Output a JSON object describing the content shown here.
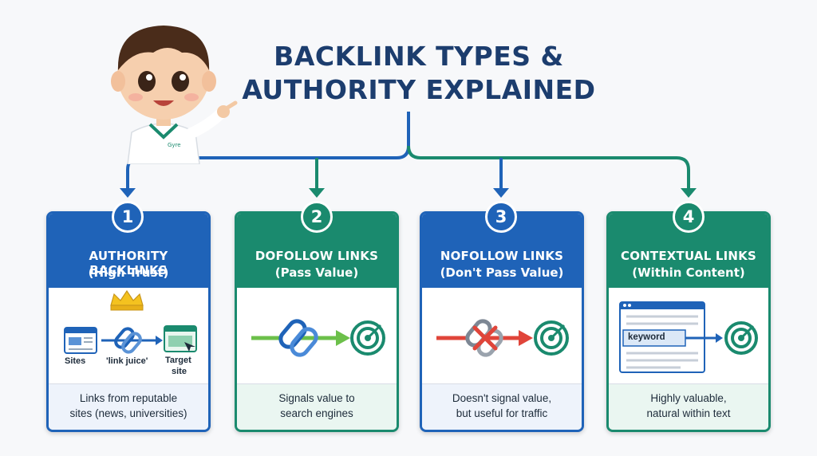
{
  "title": {
    "line1": "BACKLINK TYPES &",
    "line2": "AUTHORITY EXPLAINED"
  },
  "mascot": {
    "shirt_logo": "Gyre"
  },
  "colors": {
    "navy": "#1c3d6e",
    "blue": "#1f63b8",
    "teal": "#1a8a6e",
    "green_arrow": "#6cc04a",
    "red_arrow": "#e0453a"
  },
  "cards": [
    {
      "number": "1",
      "heading": "AUTHORITY BACKLINKS",
      "subheading": "(High Trust)",
      "diagram": {
        "source_label": "Sites",
        "link_label": "'link juice'",
        "target_label_1": "Target",
        "target_label_2": "site",
        "icons": [
          "crown-icon",
          "browser-window-icon",
          "chain-link-icon",
          "target-site-icon"
        ]
      },
      "desc_line1": "Links from reputable",
      "desc_line2": "sites (news, universities)"
    },
    {
      "number": "2",
      "heading": "DOFOLLOW LINKS",
      "subheading": "(Pass Value)",
      "diagram": {
        "icons": [
          "chain-link-icon",
          "green-arrow-icon",
          "target-icon"
        ]
      },
      "desc_line1": "Signals value to",
      "desc_line2": "search engines"
    },
    {
      "number": "3",
      "heading": "NOFOLLOW LINKS",
      "subheading": "(Don't Pass Value)",
      "diagram": {
        "icons": [
          "broken-chain-icon",
          "red-x-icon",
          "red-arrow-icon",
          "target-icon"
        ]
      },
      "desc_line1": "Doesn't signal value,",
      "desc_line2": "but useful for traffic"
    },
    {
      "number": "4",
      "heading": "CONTEXTUAL LINKS",
      "subheading": "(Within Content)",
      "diagram": {
        "keyword_label": "keyword",
        "icons": [
          "document-window-icon",
          "blue-arrow-icon",
          "target-icon"
        ]
      },
      "desc_line1": "Highly valuable,",
      "desc_line2": "natural within text"
    }
  ]
}
